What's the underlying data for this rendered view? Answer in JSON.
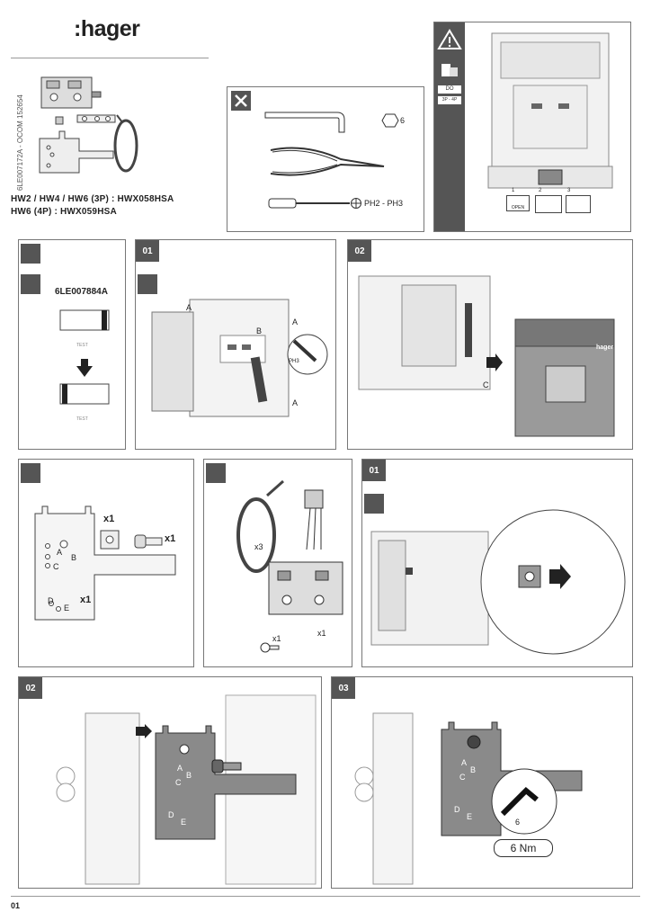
{
  "header": {
    "brand": ":hager",
    "doc_code": "6LE007172A - OCOM 152654"
  },
  "references": {
    "line1": "HW2 / HW4 / HW6 (3P) : HWX058HSA",
    "line2": "HW6 (4P) : HWX059HSA"
  },
  "tools": {
    "hex_size": "6",
    "screwdriver": "PH2 - PH3"
  },
  "warning": {
    "tag1": "DO",
    "tag2": "3P - 4P",
    "label1": "1",
    "label2": "2",
    "label3": "3",
    "open_label": "OPEN"
  },
  "panel_prep": {
    "code": "6LE007884A",
    "test1": "TEST",
    "test2": "TEST"
  },
  "panel_01a": {
    "number": "01",
    "label_a": "A",
    "label_b": "B",
    "ph": "PH3"
  },
  "panel_02a": {
    "number": "02",
    "label_c": "C",
    "brand": "hager"
  },
  "kit1": {
    "qty_nut": "x1",
    "qty_screw": "x1",
    "qty_plate": "x1",
    "hole_a": "A",
    "hole_b": "B",
    "hole_c": "C",
    "hole_d": "D",
    "hole_e": "E"
  },
  "kit2": {
    "qty_ties": "x3",
    "qty_block": "x1",
    "qty_screw": "x1"
  },
  "step_01b": {
    "number": "01"
  },
  "step_02b": {
    "number": "02",
    "hole_a": "A",
    "hole_b": "B",
    "hole_c": "C",
    "hole_d": "D",
    "hole_e": "E"
  },
  "step_03b": {
    "number": "03",
    "hole_a": "A",
    "hole_b": "B",
    "hole_c": "C",
    "hole_d": "D",
    "hole_e": "E",
    "hex": "6",
    "torque": "6 Nm"
  },
  "footer": {
    "page": "01"
  }
}
